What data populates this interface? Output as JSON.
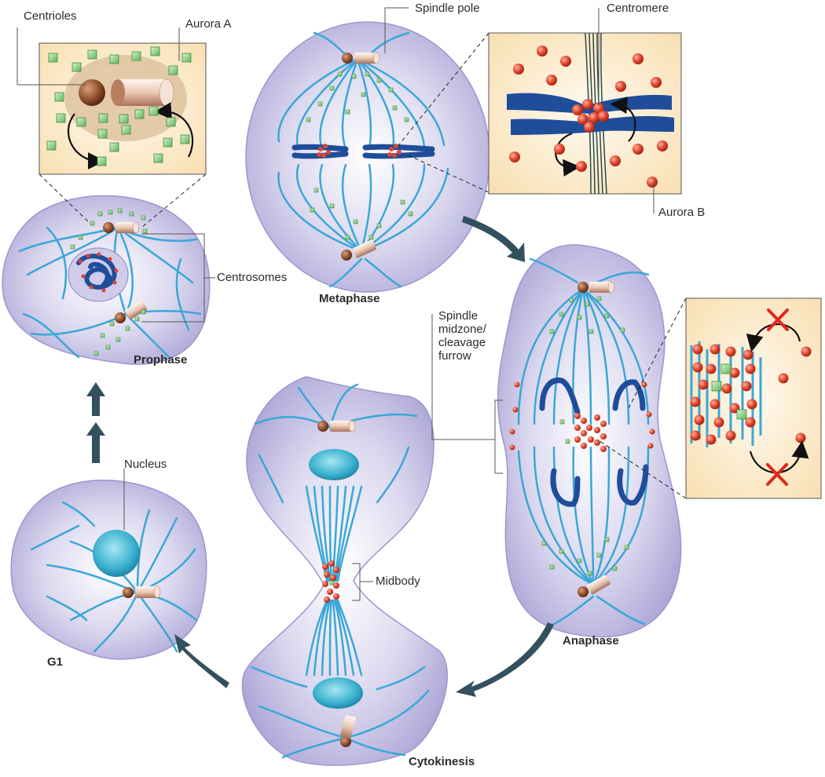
{
  "stages": {
    "prophase": "Prophase",
    "metaphase": "Metaphase",
    "anaphase": "Anaphase",
    "cytokinesis": "Cytokinesis",
    "g1": "G1"
  },
  "callouts": {
    "centrioles": "Centrioles",
    "aurora_a": "Aurora A",
    "spindle_pole": "Spindle pole",
    "centromere": "Centromere",
    "aurora_b": "Aurora B",
    "centrosomes": "Centrosomes",
    "spindle_midzone_lines": [
      "Spindle",
      "midzone/",
      "cleavage",
      "furrow"
    ],
    "midbody": "Midbody",
    "nucleus": "Nucleus"
  },
  "legend_colors": {
    "cell_fill": "#b8b3de",
    "microtubule": "#3aa7d6",
    "chromosome": "#1f4d9a",
    "aurora_a": "#8fd08a",
    "aurora_b": "#e0452f",
    "inset_bg": "#fbe6bd",
    "cycle_arrow": "#33505e",
    "inhibition_cross": "#e0281f"
  }
}
